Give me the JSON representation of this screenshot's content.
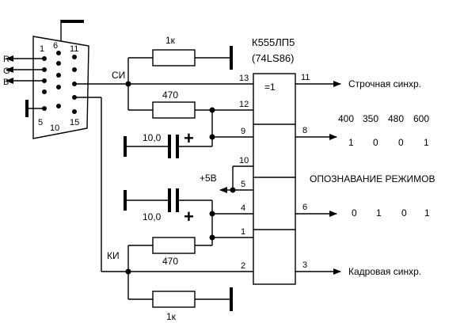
{
  "connector": {
    "pin_labels": [
      "1",
      "6",
      "11",
      "5",
      "10",
      "15"
    ],
    "signal_labels": [
      "R",
      "G",
      "B"
    ],
    "hsync_label": "СИ",
    "vsync_label": "КИ"
  },
  "chip": {
    "name_ru": "К555ЛП5",
    "name_en": "(74LS86)",
    "gate_symbol": "=1",
    "pins_in": [
      "13",
      "12",
      "9",
      "10",
      "5",
      "4",
      "1",
      "2"
    ],
    "pins_out": [
      "11",
      "8",
      "6",
      "3"
    ]
  },
  "components": {
    "resistor_top": "1к",
    "resistor_hsync": "470",
    "cap_top": "10,0",
    "cap_bottom": "10,0",
    "plus": "+",
    "resistor_vsync": "470",
    "resistor_bottom": "1к",
    "vcc": "+5В"
  },
  "outputs": {
    "hsync": "Строчная синхр.",
    "vsync": "Кадровая синхр.",
    "mode_headers": [
      "400",
      "350",
      "480",
      "600"
    ],
    "mode_row1": [
      "1",
      "0",
      "0",
      "1"
    ],
    "mode_row2": [
      "0",
      "1",
      "0",
      "1"
    ],
    "mode_title": "ОПОЗНАВАНИЕ РЕЖИМОВ"
  }
}
